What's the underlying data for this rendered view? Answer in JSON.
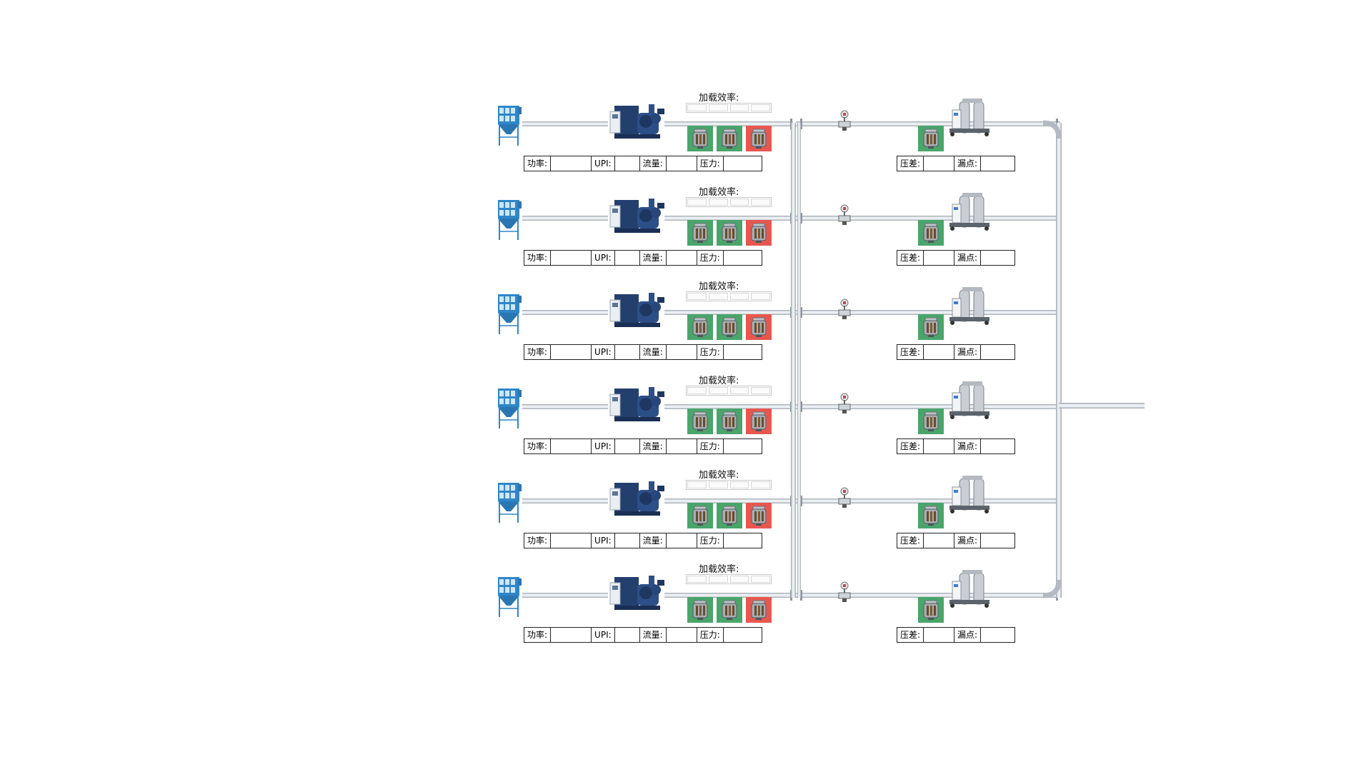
{
  "efficiency_label": "加载效率:",
  "field_labels": {
    "power": "功率:",
    "upi": "UPI:",
    "flow": "流量:",
    "pressure": "压力:",
    "pressure_diff": "压差:",
    "dew_point": "漏点:"
  },
  "icons": {
    "dust_collector": "dust-collector-icon",
    "compressor": "compressor-icon",
    "valve": "valve-icon",
    "dryer": "dryer-icon",
    "filter": "filter-icon"
  },
  "colors": {
    "status_ok": "#4aa56b",
    "status_alarm": "#e8574f",
    "pipe": "#c8ced6",
    "compressor": "#2a4a7f",
    "dust_collector": "#2f86c9"
  },
  "units": [
    {
      "id": 1,
      "filter_status": [
        "ok",
        "ok",
        "alarm"
      ],
      "dryer_filter_status": "ok",
      "power": "",
      "upi": "",
      "flow": "",
      "pressure": "",
      "pressure_diff": "",
      "dew_point": ""
    },
    {
      "id": 2,
      "filter_status": [
        "ok",
        "ok",
        "alarm"
      ],
      "dryer_filter_status": "ok",
      "power": "",
      "upi": "",
      "flow": "",
      "pressure": "",
      "pressure_diff": "",
      "dew_point": ""
    },
    {
      "id": 3,
      "filter_status": [
        "ok",
        "ok",
        "alarm"
      ],
      "dryer_filter_status": "ok",
      "power": "",
      "upi": "",
      "flow": "",
      "pressure": "",
      "pressure_diff": "",
      "dew_point": ""
    },
    {
      "id": 4,
      "filter_status": [
        "ok",
        "ok",
        "alarm"
      ],
      "dryer_filter_status": "ok",
      "power": "",
      "upi": "",
      "flow": "",
      "pressure": "",
      "pressure_diff": "",
      "dew_point": ""
    },
    {
      "id": 5,
      "filter_status": [
        "ok",
        "ok",
        "alarm"
      ],
      "dryer_filter_status": "ok",
      "power": "",
      "upi": "",
      "flow": "",
      "pressure": "",
      "pressure_diff": "",
      "dew_point": ""
    },
    {
      "id": 6,
      "filter_status": [
        "ok",
        "ok",
        "alarm"
      ],
      "dryer_filter_status": "ok",
      "power": "",
      "upi": "",
      "flow": "",
      "pressure": "",
      "pressure_diff": "",
      "dew_point": ""
    }
  ]
}
